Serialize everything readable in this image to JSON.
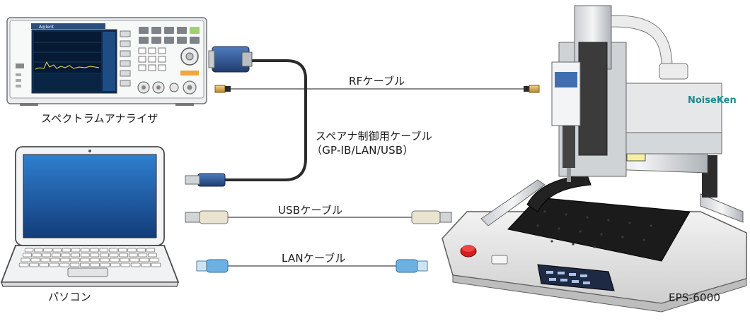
{
  "devices": {
    "spectrum_analyzer": {
      "label": "スペクトラムアナライザ",
      "brand": "Agilent"
    },
    "pc": {
      "label": "パソコン"
    },
    "scanner": {
      "label": "EPS-6000",
      "brand": "NoiseKen"
    }
  },
  "cables": {
    "rf": "RFケーブル",
    "control_line1": "スペアナ制御用ケーブル",
    "control_line2": "（GP-IB/LAN/USB）",
    "usb": "USBケーブル",
    "lan": "LANケーブル"
  },
  "colors": {
    "outline": "#4a4a4a",
    "screen_blue": "#1d5fa8",
    "connector_blue": "#2a4f86",
    "lan_blue": "#6cb1e0",
    "dark_cable": "#2b2b2b",
    "gray_cable": "#8a8a8a",
    "emergency_red": "#d61d1d",
    "brand_teal": "#1f8a8a"
  }
}
